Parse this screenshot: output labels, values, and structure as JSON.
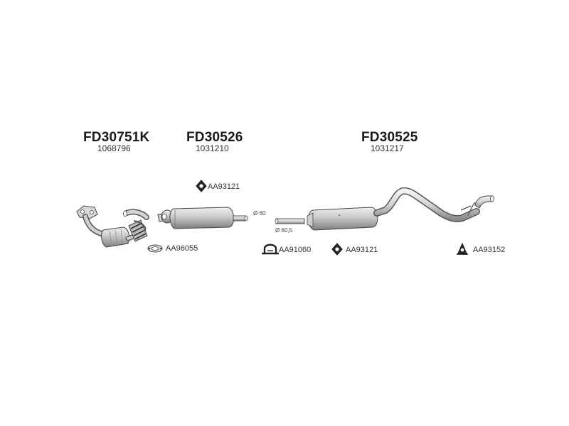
{
  "groups": [
    {
      "code": "FD30751K",
      "oem": "1068796"
    },
    {
      "code": "FD30526",
      "oem": "1031210"
    },
    {
      "code": "FD30525",
      "oem": "1031217"
    }
  ],
  "parts": {
    "gasket": "AA96055",
    "mount_mid": "AA93121",
    "clamp": "AA91060",
    "mount_rear1": "AA93121",
    "mount_rear2": "AA93152"
  },
  "dims": {
    "d60": "Ø 60",
    "d605": "Ø 60,5"
  }
}
